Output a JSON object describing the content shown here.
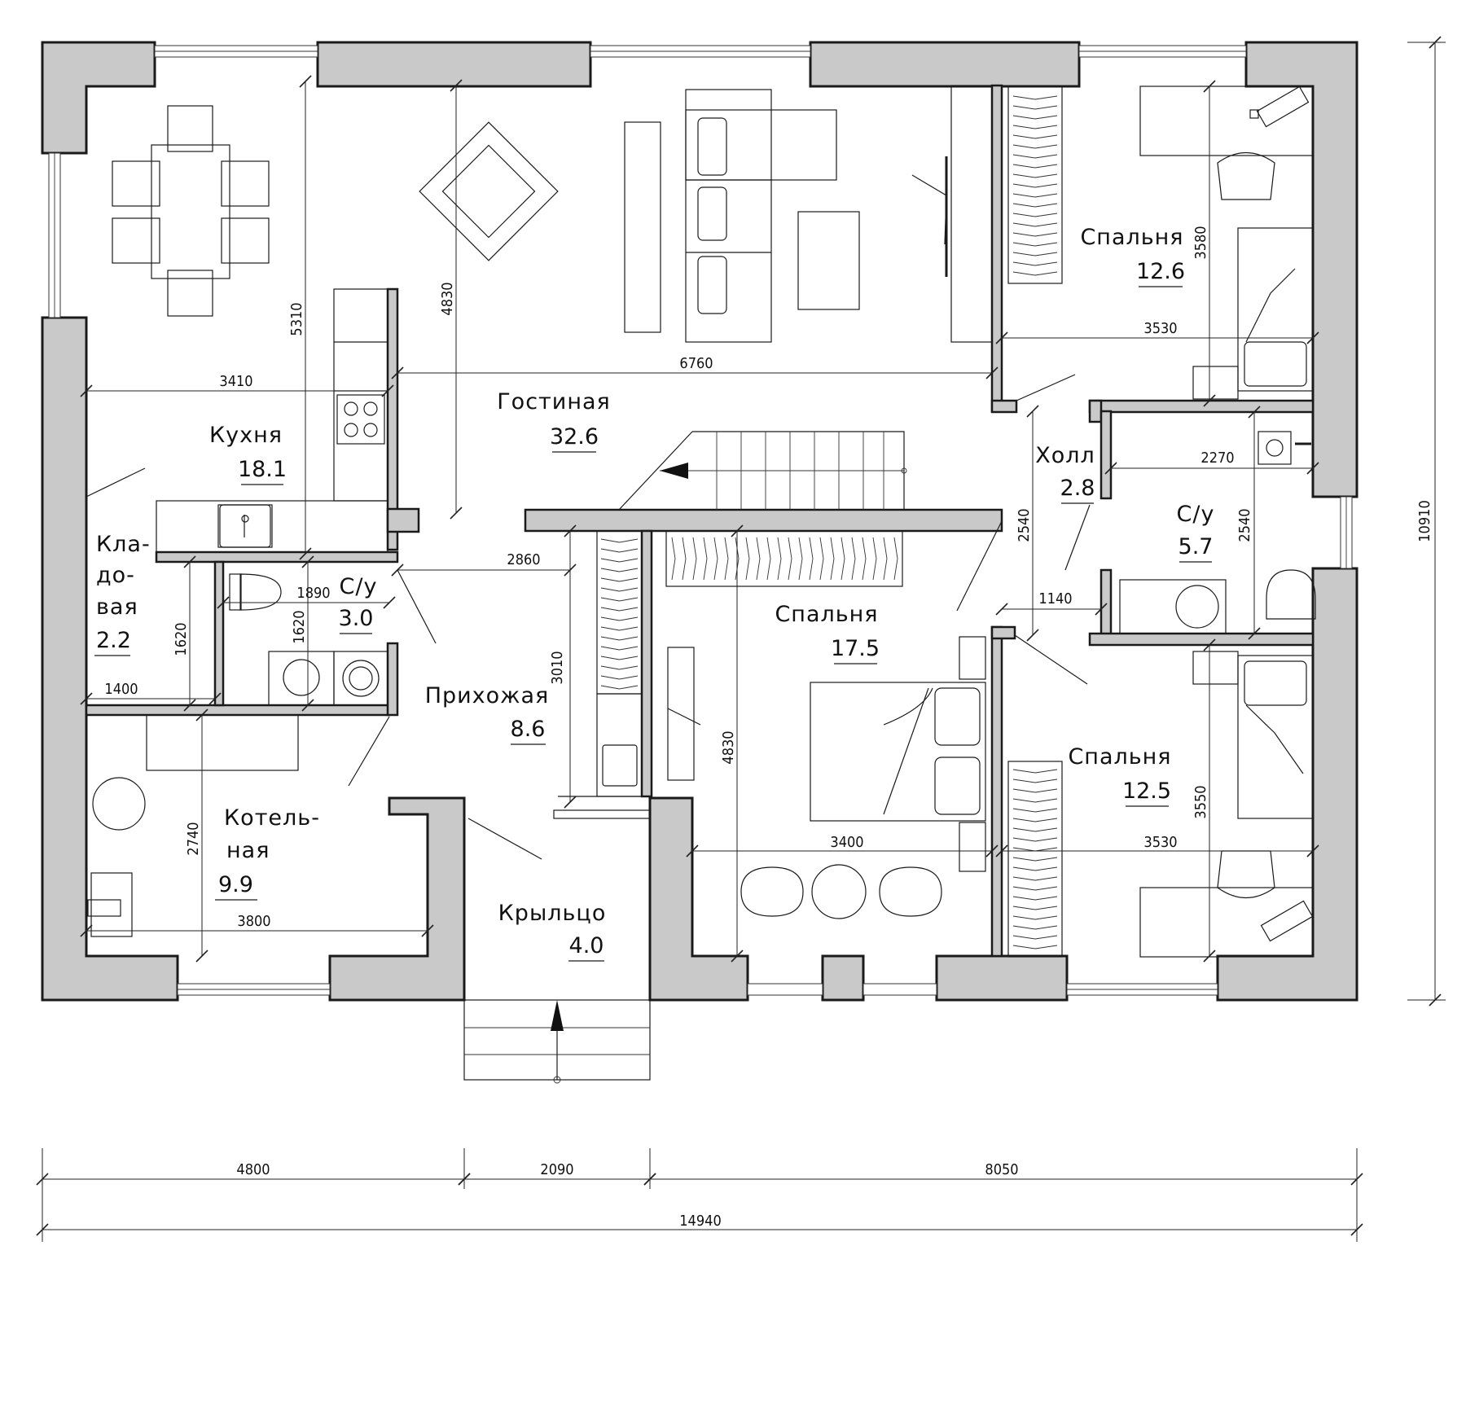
{
  "rooms": {
    "kitchen": {
      "name": "Кухня",
      "area": "18.1"
    },
    "living": {
      "name": "Гостиная",
      "area": "32.6"
    },
    "bedroom_ne": {
      "name": "Спальня",
      "area": "12.6"
    },
    "hall": {
      "name": "Холл",
      "area": "2.8"
    },
    "bath_e": {
      "name": "С/у",
      "area": "5.7"
    },
    "pantry": {
      "name_l1": "Кла-",
      "name_l2": "до-",
      "name_l3": "вая",
      "area": "2.2"
    },
    "bath_w": {
      "name": "С/у",
      "area": "3.0"
    },
    "entry": {
      "name": "Прихожая",
      "area": "8.6"
    },
    "bedroom_c": {
      "name": "Спальня",
      "area": "17.5"
    },
    "bedroom_se": {
      "name": "Спальня",
      "area": "12.5"
    },
    "boiler": {
      "name_l1": "Котель-",
      "name_l2": "ная",
      "area": "9.9"
    },
    "porch": {
      "name": "Крыльцо",
      "area": "4.0"
    }
  },
  "dimensions": {
    "kitchen_w": "3410",
    "kitchen_h": "5310",
    "living_h": "4830",
    "living_w": "6760",
    "bed_ne_h": "3580",
    "bed_ne_w": "3530",
    "bath_e_w": "2270",
    "bath_e_h": "2540",
    "hall_h": "2540",
    "hall_w": "1140",
    "entry_w": "2860",
    "bath_w_w": "1890",
    "bath_w_h": "1620",
    "pantry_h": "1620",
    "pantry_w": "1400",
    "entry_h": "3010",
    "bed_c_h": "4830",
    "bed_c_w": "3400",
    "bed_se_h": "3550",
    "bed_se_w": "3530",
    "boiler_h": "2740",
    "boiler_w": "3800",
    "total_h": "10910",
    "seg_1": "4800",
    "seg_2": "2090",
    "seg_3": "8050",
    "total_w": "14940"
  },
  "colors": {
    "wall_fill": "#c9c9c9",
    "line": "#1a1a1a",
    "background": "#ffffff"
  }
}
